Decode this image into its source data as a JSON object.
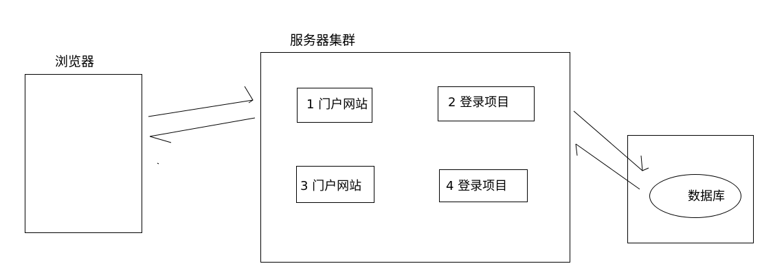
{
  "diagram": {
    "browser": {
      "label": "浏览器"
    },
    "cluster": {
      "label": "服务器集群",
      "nodes": [
        {
          "number": "1",
          "name": "门户网站"
        },
        {
          "number": "2",
          "name": "登录项目"
        },
        {
          "number": "3",
          "name": "门户网站"
        },
        {
          "number": "4",
          "name": "登录项目"
        }
      ]
    },
    "database": {
      "label": "数据库"
    }
  }
}
